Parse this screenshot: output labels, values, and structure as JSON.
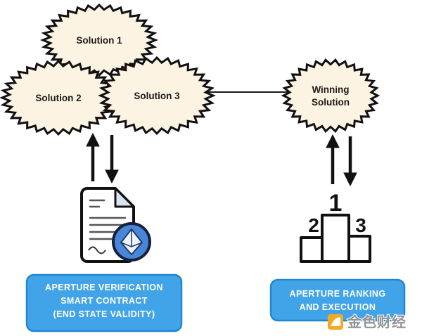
{
  "diagram": {
    "solutions": [
      "Solution 1",
      "Solution 2",
      "Solution 3"
    ],
    "winning": {
      "line1": "Winning",
      "line2": "Solution"
    }
  },
  "verification_box": {
    "line1": "APERTURE VERIFICATION",
    "line2": "SMART CONTRACT",
    "line3": "(END STATE VALIDITY)"
  },
  "ranking_box": {
    "line1": "APERTURE RANKING",
    "line2": "AND EXECUTION"
  },
  "podium": {
    "rank1": "1",
    "rank2": "2",
    "rank3": "3"
  },
  "watermark": {
    "text": "金色财经"
  },
  "colors": {
    "burst_fill": "#fdf3e2",
    "box_fill": "#41a4e8",
    "box_border": "#2287cc",
    "eth_fill": "#4a86d8",
    "watermark_orange": "#f7a823"
  }
}
